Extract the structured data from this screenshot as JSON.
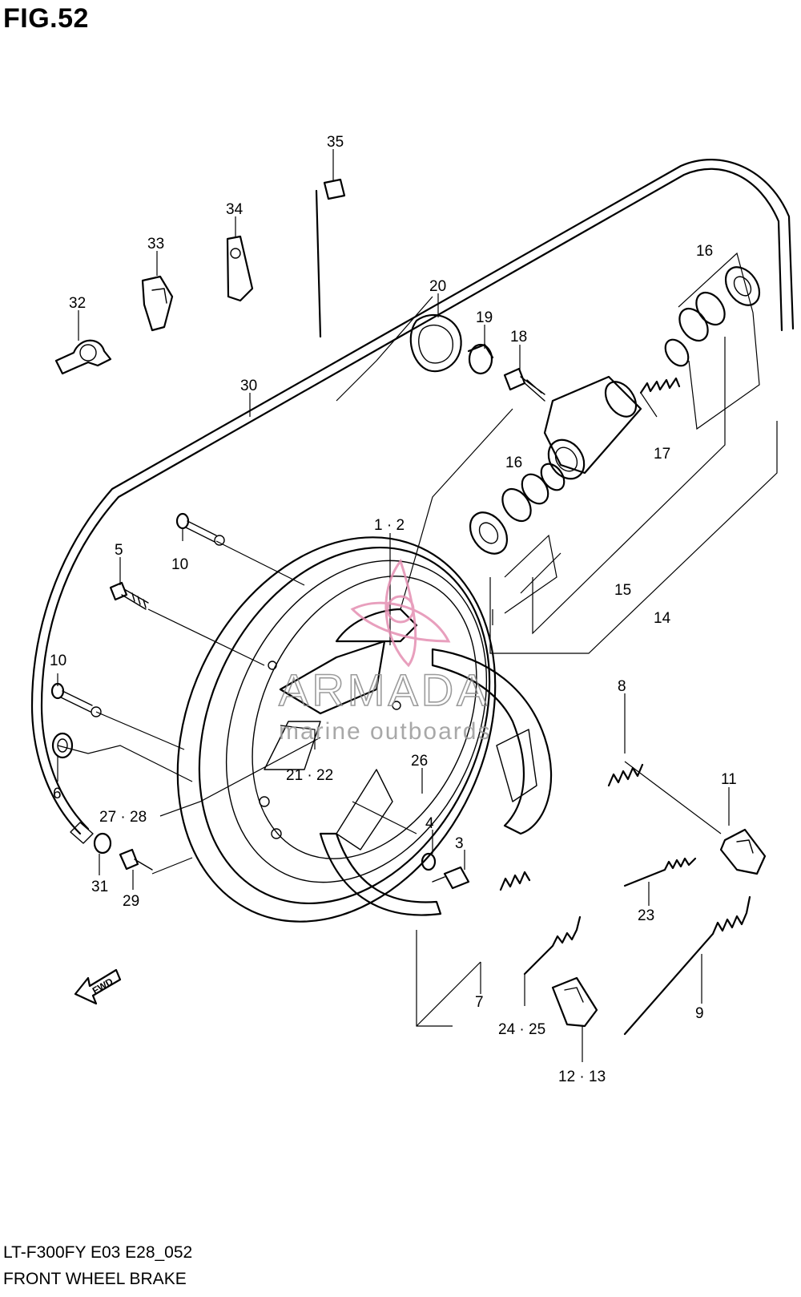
{
  "figure": {
    "title": "FIG.52"
  },
  "footer": {
    "model_code": "LT-F300FY E03 E28_052",
    "section_name": "FRONT WHEEL BRAKE"
  },
  "watermark": {
    "name": "ARMADA",
    "tagline": "marine outboards"
  },
  "labels": {
    "l1_2": "1 · 2",
    "l3": "3",
    "l4": "4",
    "l5": "5",
    "l6": "6",
    "l7": "7",
    "l8": "8",
    "l9": "9",
    "l10a": "10",
    "l10b": "10",
    "l11": "11",
    "l12_13": "12 · 13",
    "l14": "14",
    "l15": "15",
    "l16a": "16",
    "l16b": "16",
    "l17": "17",
    "l18": "18",
    "l19": "19",
    "l20": "20",
    "l21_22": "21 · 22",
    "l23": "23",
    "l24_25": "24 · 25",
    "l26": "26",
    "l27_28": "27 · 28",
    "l29": "29",
    "l30": "30",
    "l31": "31",
    "l32": "32",
    "l33": "33",
    "l34": "34",
    "l35": "35"
  },
  "fwd_marker": {
    "text": "FWD"
  }
}
